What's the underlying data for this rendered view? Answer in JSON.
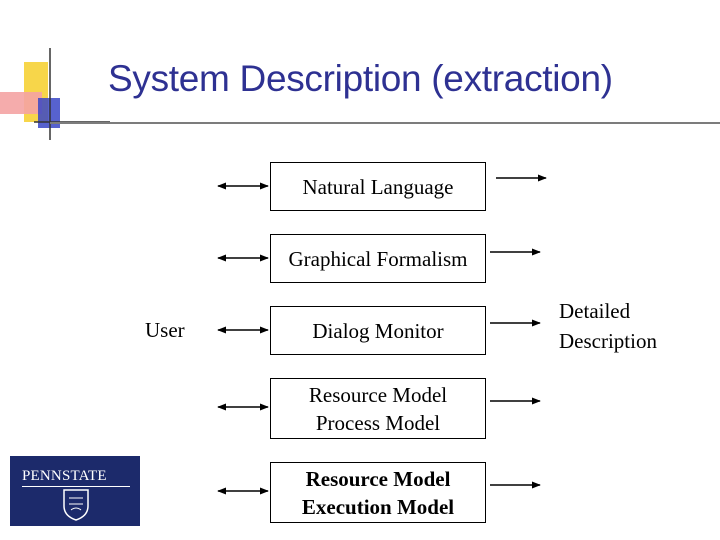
{
  "slide": {
    "title": "System Description (extraction)",
    "user_label": "User",
    "output_label": [
      "Detailed",
      "Description"
    ]
  },
  "boxes": [
    {
      "lines": [
        "Natural Language"
      ],
      "bold": false
    },
    {
      "lines": [
        "Graphical Formalism"
      ],
      "bold": false
    },
    {
      "lines": [
        "Dialog Monitor"
      ],
      "bold": false
    },
    {
      "lines": [
        "Resource Model",
        "Process Model"
      ],
      "bold": false
    },
    {
      "lines": [
        "Resource Model",
        "Execution Model"
      ],
      "bold": true
    }
  ],
  "logo": {
    "text": "PENNSTATE"
  },
  "colors": {
    "title": "#2e3192",
    "accent_blue": "#2e3192",
    "accent_yellow": "#f7d64a",
    "accent_red": "#e85b5b",
    "logo_bg": "#1c2a6b"
  }
}
